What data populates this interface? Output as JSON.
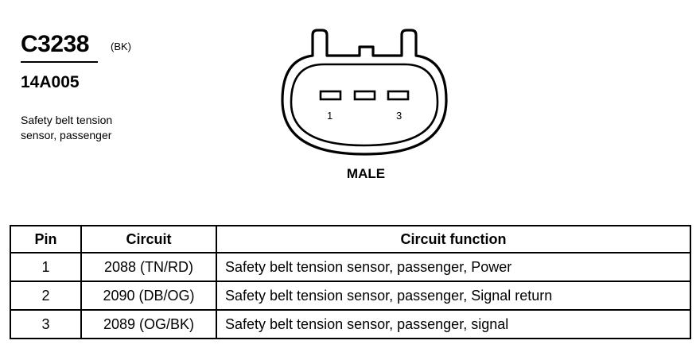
{
  "connector": {
    "id": "C3238",
    "color": "(BK)",
    "part_number": "14A005",
    "description_line1": "Safety belt tension",
    "description_line2": "sensor, passenger",
    "gender": "MALE",
    "pin_labels": [
      "1",
      "3"
    ]
  },
  "table": {
    "headers": [
      "Pin",
      "Circuit",
      "Circuit function"
    ],
    "rows": [
      {
        "pin": "1",
        "circuit": "2088 (TN/RD)",
        "function": "Safety belt tension sensor, passenger, Power"
      },
      {
        "pin": "2",
        "circuit": "2090 (DB/OG)",
        "function": "Safety belt tension sensor, passenger, Signal return"
      },
      {
        "pin": "3",
        "circuit": "2089 (OG/BK)",
        "function": "Safety belt tension sensor, passenger, signal"
      }
    ]
  }
}
